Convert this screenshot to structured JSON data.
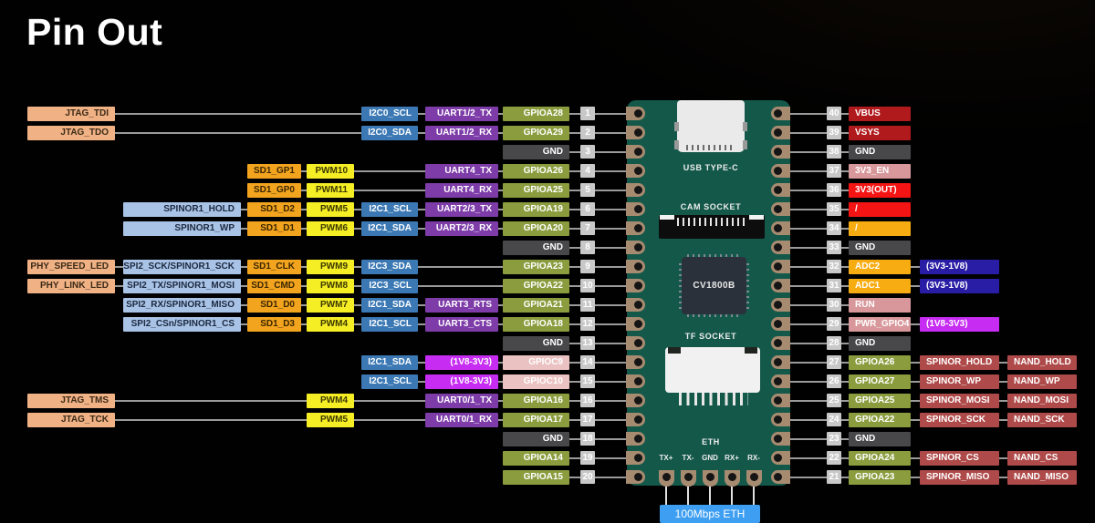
{
  "title": "Pin Out",
  "board": {
    "usb_label": "USB TYPE-C",
    "cam_label": "CAM SOCKET",
    "chip_label": "CV1800B",
    "tf_label": "TF SOCKET",
    "eth_label": "ETH",
    "eth_pins": [
      "TX+",
      "TX-",
      "GND",
      "RX+",
      "RX-"
    ],
    "eth_callout": "100Mbps ETH"
  },
  "colors": {
    "peach": {
      "bg": "#f0b185",
      "fg": "#3b2a16"
    },
    "lightblue": {
      "bg": "#a9c3e6",
      "fg": "#1c2940"
    },
    "orange": {
      "bg": "#f2a41f",
      "fg": "#3b2600"
    },
    "yellow": {
      "bg": "#f5ee25",
      "fg": "#3c3800"
    },
    "blue": {
      "bg": "#3c79b4",
      "fg": "#ffffff"
    },
    "purple": {
      "bg": "#7d3ca8",
      "fg": "#ffffff"
    },
    "olive": {
      "bg": "#8a9c3e",
      "fg": "#ffffff"
    },
    "gnd": {
      "bg": "#48484b",
      "fg": "#ffffff"
    },
    "pin": {
      "bg": "#c8c8c9",
      "fg": "#ffffff"
    },
    "magenta": {
      "bg": "#c62cf2",
      "fg": "#ffffff"
    },
    "pinkc": {
      "bg": "#eac2c1",
      "fg": "#ffffff"
    },
    "darkred": {
      "bg": "#b01a1c",
      "fg": "#ffffff"
    },
    "rose": {
      "bg": "#d8989b",
      "fg": "#ffffff"
    },
    "red": {
      "bg": "#f51414",
      "fg": "#ffffff"
    },
    "amber": {
      "bg": "#f7ac12",
      "fg": "#ffffff"
    },
    "navy": {
      "bg": "#2a1da5",
      "fg": "#ffffff"
    },
    "brick": {
      "bg": "#ae4a49",
      "fg": "#ffffff"
    },
    "eth_blue": {
      "bg": "#3d9ef2",
      "fg": "#ffffff"
    },
    "board_green": "#14584a",
    "pad_copper": "#a78b70",
    "wire_gray": "#9a9a9a"
  },
  "left_rows": [
    {
      "pin": "1",
      "cells": [
        [
          "jtag",
          "peach",
          "JTAG_TDI"
        ],
        [
          "i2c",
          "blue",
          "I2C0_SCL"
        ],
        [
          "uart",
          "purple",
          "UART1/2_TX"
        ],
        [
          "gpio",
          "olive",
          "GPIOA28"
        ]
      ]
    },
    {
      "pin": "2",
      "cells": [
        [
          "jtag",
          "peach",
          "JTAG_TDO"
        ],
        [
          "i2c",
          "blue",
          "I2C0_SDA"
        ],
        [
          "uart",
          "purple",
          "UART1/2_RX"
        ],
        [
          "gpio",
          "olive",
          "GPIOA29"
        ]
      ]
    },
    {
      "pin": "3",
      "cells": [
        [
          "gpio",
          "gnd",
          "GND"
        ]
      ]
    },
    {
      "pin": "4",
      "cells": [
        [
          "sd1",
          "orange",
          "SD1_GP1"
        ],
        [
          "pwm",
          "yellow",
          "PWM10"
        ],
        [
          "uart",
          "purple",
          "UART4_TX"
        ],
        [
          "gpio",
          "olive",
          "GPIOA26"
        ]
      ]
    },
    {
      "pin": "5",
      "cells": [
        [
          "sd1",
          "orange",
          "SD1_GP0"
        ],
        [
          "pwm",
          "yellow",
          "PWM11"
        ],
        [
          "uart",
          "purple",
          "UART4_RX"
        ],
        [
          "gpio",
          "olive",
          "GPIOA25"
        ]
      ]
    },
    {
      "pin": "6",
      "cells": [
        [
          "spi2",
          "lightblue",
          "SPINOR1_HOLD"
        ],
        [
          "sd1",
          "orange",
          "SD1_D2"
        ],
        [
          "pwm",
          "yellow",
          "PWM5"
        ],
        [
          "i2c",
          "blue",
          "I2C1_SCL"
        ],
        [
          "uart",
          "purple",
          "UART2/3_TX"
        ],
        [
          "gpio",
          "olive",
          "GPIOA19"
        ]
      ]
    },
    {
      "pin": "7",
      "cells": [
        [
          "spi2",
          "lightblue",
          "SPINOR1_WP"
        ],
        [
          "sd1",
          "orange",
          "SD1_D1"
        ],
        [
          "pwm",
          "yellow",
          "PWM6"
        ],
        [
          "i2c",
          "blue",
          "I2C1_SDA"
        ],
        [
          "uart",
          "purple",
          "UART2/3_RX"
        ],
        [
          "gpio",
          "olive",
          "GPIOA20"
        ]
      ]
    },
    {
      "pin": "8",
      "cells": [
        [
          "gpio",
          "gnd",
          "GND"
        ]
      ]
    },
    {
      "pin": "9",
      "cells": [
        [
          "jtag",
          "peach",
          "PHY_SPEED_LED"
        ],
        [
          "spi2",
          "lightblue",
          "SPI2_SCK/SPINOR1_SCK"
        ],
        [
          "sd1",
          "orange",
          "SD1_CLK"
        ],
        [
          "pwm",
          "yellow",
          "PWM9"
        ],
        [
          "i2c",
          "blue",
          "I2C3_SDA"
        ],
        [
          "gpio",
          "olive",
          "GPIOA23"
        ]
      ]
    },
    {
      "pin": "10",
      "cells": [
        [
          "jtag",
          "peach",
          "PHY_LINK_LED"
        ],
        [
          "spi2",
          "lightblue",
          "SPI2_TX/SPINOR1_MOSI"
        ],
        [
          "sd1",
          "orange",
          "SD1_CMD"
        ],
        [
          "pwm",
          "yellow",
          "PWM8"
        ],
        [
          "i2c",
          "blue",
          "I2C3_SCL"
        ],
        [
          "gpio",
          "olive",
          "GPIOA22"
        ]
      ]
    },
    {
      "pin": "11",
      "cells": [
        [
          "spi2",
          "lightblue",
          "SPI2_RX/SPINOR1_MISO"
        ],
        [
          "sd1",
          "orange",
          "SD1_D0"
        ],
        [
          "pwm",
          "yellow",
          "PWM7"
        ],
        [
          "i2c",
          "blue",
          "I2C1_SDA"
        ],
        [
          "uart",
          "purple",
          "UART3_RTS"
        ],
        [
          "gpio",
          "olive",
          "GPIOA21"
        ]
      ]
    },
    {
      "pin": "12",
      "cells": [
        [
          "spi2",
          "lightblue",
          "SPI2_CSn/SPINOR1_CS"
        ],
        [
          "sd1",
          "orange",
          "SD1_D3"
        ],
        [
          "pwm",
          "yellow",
          "PWM4"
        ],
        [
          "i2c",
          "blue",
          "I2C1_SCL"
        ],
        [
          "uart",
          "purple",
          "UART3_CTS"
        ],
        [
          "gpio",
          "olive",
          "GPIOA18"
        ]
      ]
    },
    {
      "pin": "13",
      "cells": [
        [
          "gpio",
          "gnd",
          "GND"
        ]
      ]
    },
    {
      "pin": "14",
      "cells": [
        [
          "i2c",
          "blue",
          "I2C1_SDA"
        ],
        [
          "uart",
          "magenta",
          "(1V8-3V3)"
        ],
        [
          "gpio",
          "pinkc",
          "GPIOC9"
        ]
      ]
    },
    {
      "pin": "15",
      "cells": [
        [
          "i2c",
          "blue",
          "I2C1_SCL"
        ],
        [
          "uart",
          "magenta",
          "(1V8-3V3)"
        ],
        [
          "gpio",
          "pinkc",
          "GPIOC10"
        ]
      ]
    },
    {
      "pin": "16",
      "cells": [
        [
          "jtag",
          "peach",
          "JTAG_TMS"
        ],
        [
          "pwm",
          "yellow",
          "PWM4"
        ],
        [
          "uart",
          "purple",
          "UART0/1_TX"
        ],
        [
          "gpio",
          "olive",
          "GPIOA16"
        ]
      ]
    },
    {
      "pin": "17",
      "cells": [
        [
          "jtag",
          "peach",
          "JTAG_TCK"
        ],
        [
          "pwm",
          "yellow",
          "PWM5"
        ],
        [
          "uart",
          "purple",
          "UART0/1_RX"
        ],
        [
          "gpio",
          "olive",
          "GPIOA17"
        ]
      ]
    },
    {
      "pin": "18",
      "cells": [
        [
          "gpio",
          "gnd",
          "GND"
        ]
      ]
    },
    {
      "pin": "19",
      "cells": [
        [
          "gpio",
          "olive",
          "GPIOA14"
        ]
      ]
    },
    {
      "pin": "20",
      "cells": [
        [
          "gpio",
          "olive",
          "GPIOA15"
        ]
      ]
    }
  ],
  "right_rows": [
    {
      "pin": "40",
      "cells": [
        [
          "a",
          "darkred",
          "VBUS"
        ]
      ]
    },
    {
      "pin": "39",
      "cells": [
        [
          "a",
          "darkred",
          "VSYS"
        ]
      ]
    },
    {
      "pin": "38",
      "cells": [
        [
          "a",
          "gnd",
          "GND"
        ]
      ]
    },
    {
      "pin": "37",
      "cells": [
        [
          "a",
          "rose",
          "3V3_EN"
        ]
      ]
    },
    {
      "pin": "36",
      "cells": [
        [
          "a",
          "red",
          "3V3(OUT)"
        ]
      ]
    },
    {
      "pin": "35",
      "cells": [
        [
          "a",
          "red",
          "/"
        ]
      ]
    },
    {
      "pin": "34",
      "cells": [
        [
          "a",
          "amber",
          "/"
        ]
      ]
    },
    {
      "pin": "33",
      "cells": [
        [
          "a",
          "gnd",
          "GND"
        ]
      ]
    },
    {
      "pin": "32",
      "cells": [
        [
          "a",
          "amber",
          "ADC2"
        ],
        [
          "b",
          "navy",
          "(3V3-1V8)"
        ]
      ]
    },
    {
      "pin": "31",
      "cells": [
        [
          "a",
          "amber",
          "ADC1"
        ],
        [
          "b",
          "navy",
          "(3V3-1V8)"
        ]
      ]
    },
    {
      "pin": "30",
      "cells": [
        [
          "a",
          "rose",
          "RUN"
        ]
      ]
    },
    {
      "pin": "29",
      "cells": [
        [
          "a",
          "rose",
          "PWR_GPIO4"
        ],
        [
          "b",
          "magenta",
          "(1V8-3V3)"
        ]
      ]
    },
    {
      "pin": "28",
      "cells": [
        [
          "a",
          "gnd",
          "GND"
        ]
      ]
    },
    {
      "pin": "27",
      "cells": [
        [
          "a",
          "olive",
          "GPIOA26"
        ],
        [
          "b",
          "brick",
          "SPINOR_HOLD"
        ],
        [
          "c",
          "brick",
          "NAND_HOLD"
        ]
      ]
    },
    {
      "pin": "26",
      "cells": [
        [
          "a",
          "olive",
          "GPIOA27"
        ],
        [
          "b",
          "brick",
          "SPINOR_WP"
        ],
        [
          "c",
          "brick",
          "NAND_WP"
        ]
      ]
    },
    {
      "pin": "25",
      "cells": [
        [
          "a",
          "olive",
          "GPIOA25"
        ],
        [
          "b",
          "brick",
          "SPINOR_MOSI"
        ],
        [
          "c",
          "brick",
          "NAND_MOSI"
        ]
      ]
    },
    {
      "pin": "24",
      "cells": [
        [
          "a",
          "olive",
          "GPIOA22"
        ],
        [
          "b",
          "brick",
          "SPINOR_SCK"
        ],
        [
          "c",
          "brick",
          "NAND_SCK"
        ]
      ]
    },
    {
      "pin": "23",
      "cells": [
        [
          "a",
          "gnd",
          "GND"
        ]
      ]
    },
    {
      "pin": "22",
      "cells": [
        [
          "a",
          "olive",
          "GPIOA24"
        ],
        [
          "b",
          "brick",
          "SPINOR_CS"
        ],
        [
          "c",
          "brick",
          "NAND_CS"
        ]
      ]
    },
    {
      "pin": "21",
      "cells": [
        [
          "a",
          "olive",
          "GPIOA23"
        ],
        [
          "b",
          "brick",
          "SPINOR_MISO"
        ],
        [
          "c",
          "brick",
          "NAND_MISO"
        ]
      ]
    }
  ]
}
